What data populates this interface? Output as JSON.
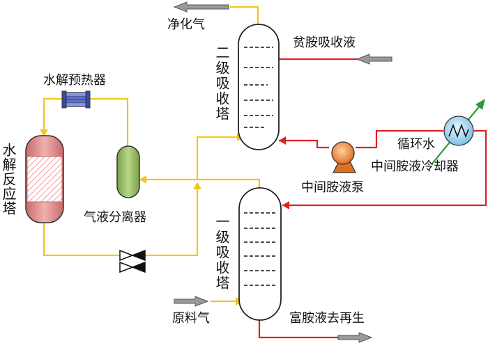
{
  "labels": {
    "purified_gas": "净化气",
    "lean_amine": "贫胺吸收液",
    "secondary_absorber": "二级吸收塔",
    "hydrolysis_preheater": "水解预热器",
    "hydrolysis_reactor": "水解反应塔",
    "gas_liquid_separator": "气液分离器",
    "circulating_water": "循环水",
    "intermediate_cooler": "中间胺液冷却器",
    "intermediate_pump": "中间胺液泵",
    "primary_absorber": "一级吸收塔",
    "feed_gas": "原料气",
    "rich_amine": "富胺液去再生"
  },
  "colors": {
    "gas_line": "#f5c518",
    "liquid_line": "#e02020",
    "cooling_line": "#2f9a3a",
    "column_outline": "#222222",
    "reactor_fill": "#d98080",
    "separator_fill": "#8fb35a",
    "preheater_fill": "#6f7fd0",
    "pump_fill": "#f08a3c",
    "cooler_fill": "#9fd0ee",
    "arrow_fill": "#999999"
  }
}
